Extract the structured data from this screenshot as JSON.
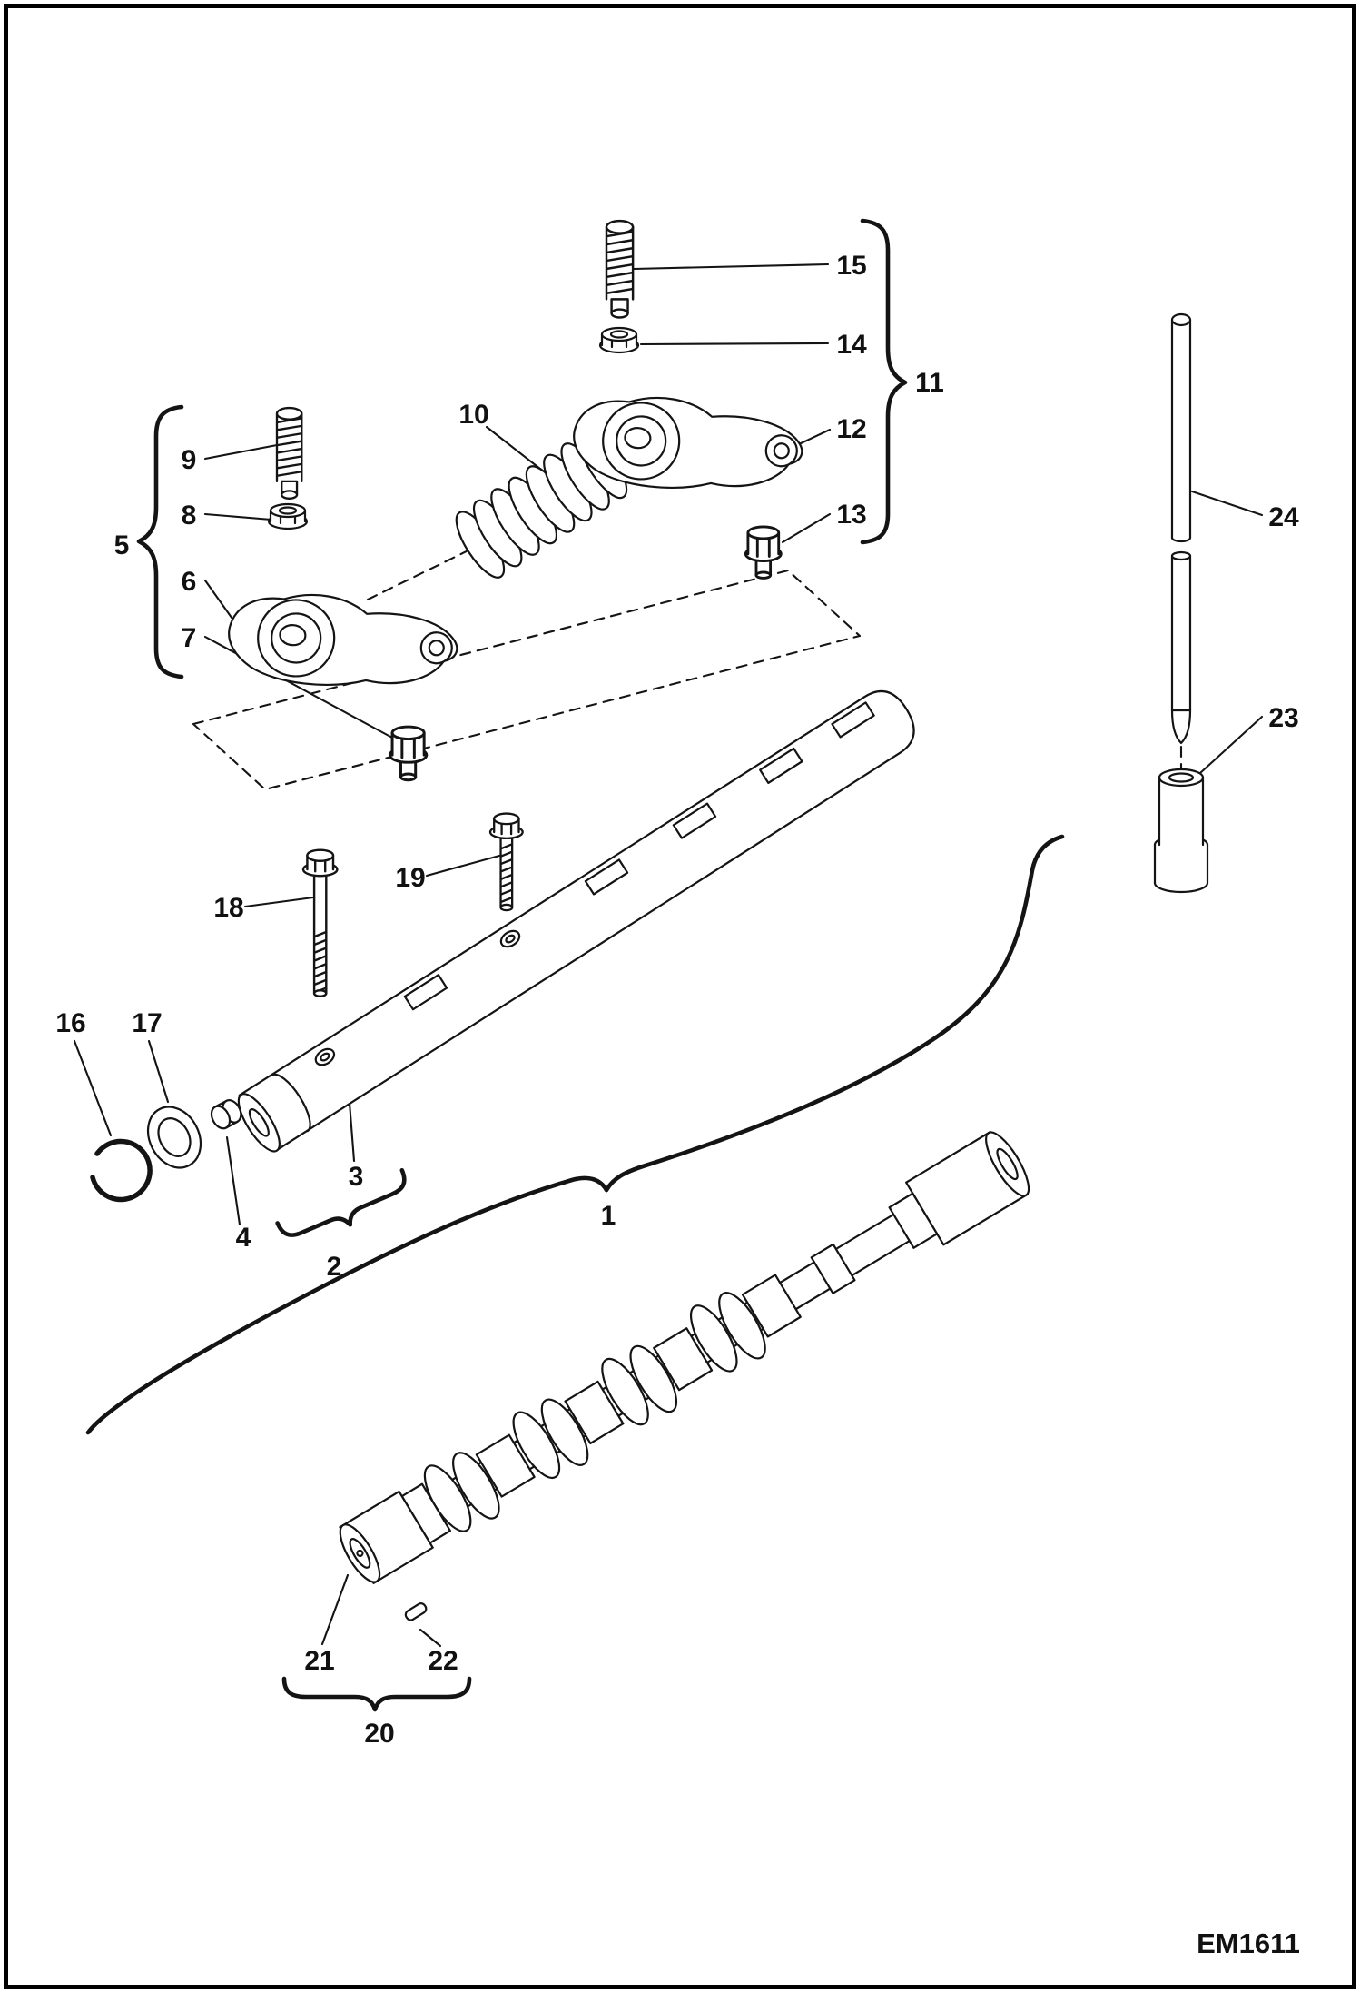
{
  "figure": {
    "code": "EM1611"
  },
  "labels": {
    "l1": "1",
    "l2": "2",
    "l3": "3",
    "l4": "4",
    "l5": "5",
    "l6": "6",
    "l7": "7",
    "l8": "8",
    "l9": "9",
    "l10": "10",
    "l11": "11",
    "l12": "12",
    "l13": "13",
    "l14": "14",
    "l15": "15",
    "l16": "16",
    "l17": "17",
    "l18": "18",
    "l19": "19",
    "l20": "20",
    "l21": "21",
    "l22": "22",
    "l23": "23",
    "l24": "24"
  },
  "colors": {
    "line": "#141414",
    "background": "#ffffff",
    "frame": "#000000"
  }
}
